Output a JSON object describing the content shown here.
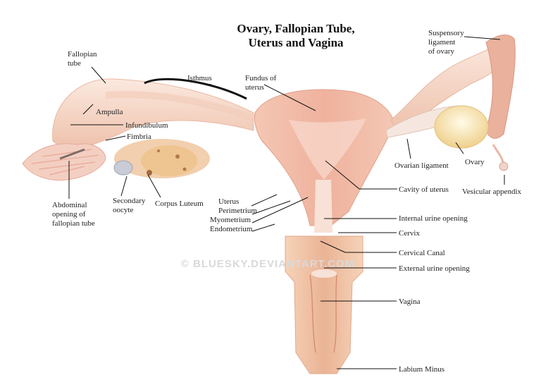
{
  "title": {
    "line1": "Ovary, Fallopian Tube,",
    "line2": "Uterus and Vagina"
  },
  "watermark": "© BLUESKY.DEVIANTART.COM",
  "labels": {
    "fallopian_tube": [
      "Fallopian",
      "tube"
    ],
    "isthmus": "Isthmus",
    "fundus": [
      "Fundus of",
      "uterus"
    ],
    "suspensory": [
      "Suspensory",
      "ligament",
      "of ovary"
    ],
    "ampulla": "Ampulla",
    "infundibulum": "Infundibulum",
    "fimbria": "Fimbria",
    "abdominal": [
      "Abdominal",
      "opening of",
      "fallopian tube"
    ],
    "secondary_oocyte": [
      "Secondary",
      "oocyte"
    ],
    "corpus_luteum": "Corpus Luteum",
    "uterus": "Uterus",
    "perimetrium": "Perimetrium",
    "myometrium": "Myometrium",
    "endometrium": "Endometrium",
    "ovarian_ligament": "Ovarian ligament",
    "ovary": "Ovary",
    "vesicular_appendix": "Vesicular appendix",
    "cavity": "Cavity of uterus",
    "internal_opening": "Internal urine opening",
    "cervix": "Cervix",
    "cervical_canal": "Cervical Canal",
    "external_opening": "External urine opening",
    "vagina": "Vagina",
    "labium": "Labium Minus"
  },
  "colors": {
    "tissue_light": "#f7dccd",
    "tissue_mid": "#f0c2ac",
    "tissue_dark": "#e3a38a",
    "uterus_body": "#f1bba7",
    "ovary_yellow": "#f6e3a8",
    "corpus_luteum": "#e8c07a",
    "leader_line": "#111111"
  }
}
